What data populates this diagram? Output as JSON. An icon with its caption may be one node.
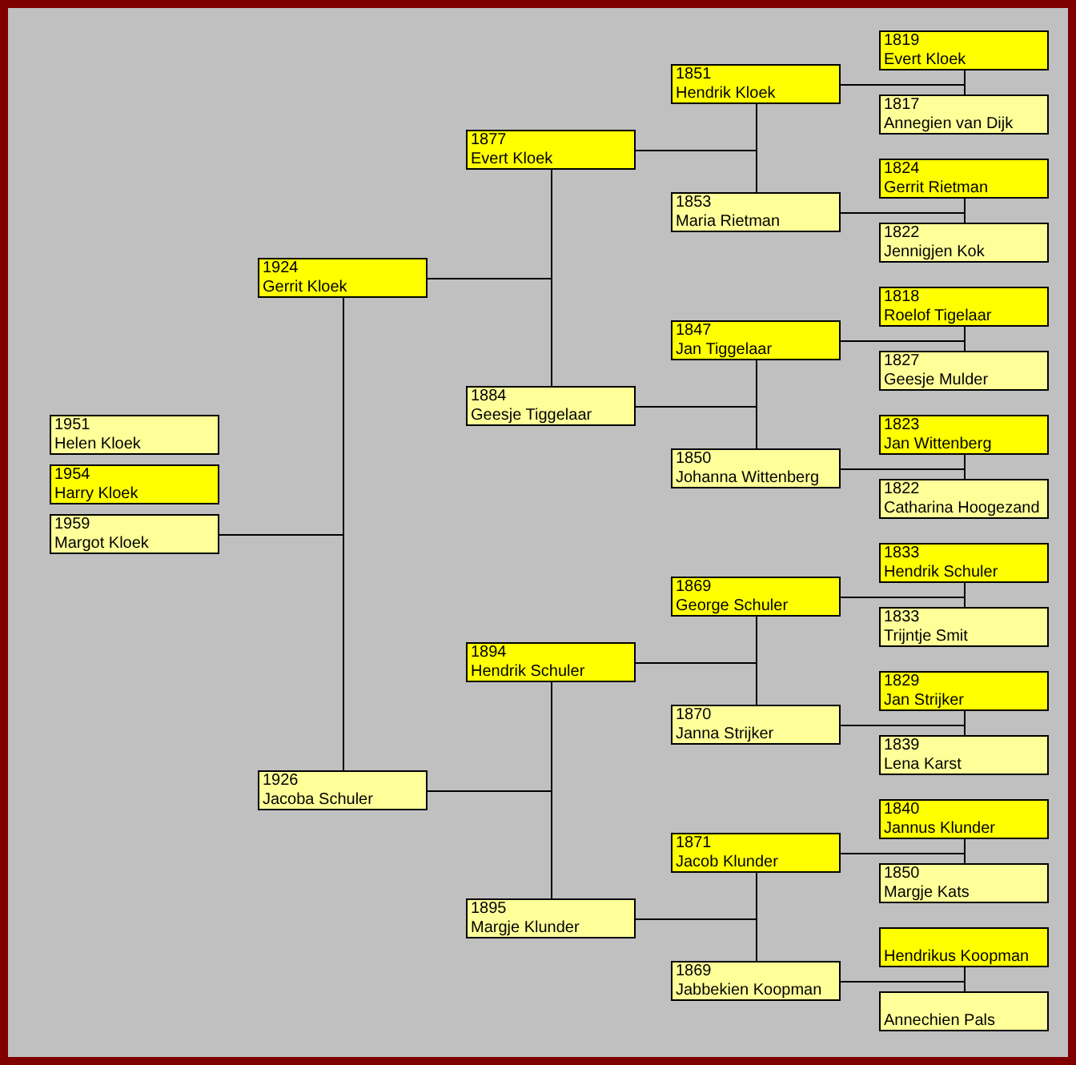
{
  "diagram": {
    "nodes": [
      {
        "text": [
          "1951",
          "Helen Kloek"
        ]
      },
      {
        "text": [
          "1954",
          "Harry Kloek"
        ]
      },
      {
        "text": [
          "1959",
          "Margot Kloek"
        ]
      },
      {
        "text": [
          "1924",
          "Gerrit Kloek"
        ]
      },
      {
        "text": [
          "1926",
          "Jacoba Schuler"
        ]
      },
      {
        "text": [
          "1877",
          "Evert Kloek"
        ]
      },
      {
        "text": [
          "1884",
          "Geesje Tiggelaar"
        ]
      },
      {
        "text": [
          "1894",
          "Hendrik Schuler"
        ]
      },
      {
        "text": [
          "1895",
          "Margje Klunder"
        ]
      },
      {
        "text": [
          "1851",
          "Hendrik Kloek"
        ]
      },
      {
        "text": [
          "1853",
          "Maria Rietman"
        ]
      },
      {
        "text": [
          "1847",
          "Jan Tiggelaar"
        ]
      },
      {
        "text": [
          "1850",
          "Johanna Wittenberg"
        ]
      },
      {
        "text": [
          "1869",
          "George Schuler"
        ]
      },
      {
        "text": [
          "1870",
          "Janna Strijker"
        ]
      },
      {
        "text": [
          "1871",
          "Jacob Klunder"
        ]
      },
      {
        "text": [
          "1869",
          "Jabbekien Koopman"
        ]
      },
      {
        "text": [
          "1819",
          "Evert Kloek"
        ]
      },
      {
        "text": [
          "1817",
          "Annegien van Dijk"
        ]
      },
      {
        "text": [
          "1824",
          "Gerrit Rietman"
        ]
      },
      {
        "text": [
          "1822",
          "Jennigjen Kok"
        ]
      },
      {
        "text": [
          "1818",
          "Roelof Tigelaar"
        ]
      },
      {
        "text": [
          "1827",
          "Geesje Mulder"
        ]
      },
      {
        "text": [
          "1823",
          "Jan Wittenberg"
        ]
      },
      {
        "text": [
          "1822",
          "Catharina Hoogezand"
        ]
      },
      {
        "text": [
          "1833",
          "Hendrik Schuler"
        ]
      },
      {
        "text": [
          "1833",
          "Trijntje Smit"
        ]
      },
      {
        "text": [
          "1829",
          "Jan Strijker"
        ]
      },
      {
        "text": [
          "1839",
          "Lena Karst"
        ]
      },
      {
        "text": [
          "1840",
          "Jannus Klunder"
        ]
      },
      {
        "text": [
          "1850",
          "Margje Kats"
        ]
      },
      {
        "text": [
          "Hendrikus Koopman"
        ]
      },
      {
        "text": [
          "Annechien Pals"
        ]
      }
    ],
    "edges": [
      {
        "from": 2,
        "to": 3,
        "arrow": "none"
      },
      {
        "from": 2,
        "to": 4,
        "arrow": "none"
      },
      {
        "from": 3,
        "to": 5,
        "arrow": "none"
      },
      {
        "from": 3,
        "to": 6,
        "arrow": "none"
      },
      {
        "from": 4,
        "to": 7,
        "arrow": "none"
      },
      {
        "from": 4,
        "to": 8,
        "arrow": "none"
      },
      {
        "from": 5,
        "to": 9,
        "arrow": "none"
      },
      {
        "from": 5,
        "to": 10,
        "arrow": "none"
      },
      {
        "from": 6,
        "to": 11,
        "arrow": "none"
      },
      {
        "from": 6,
        "to": 12,
        "arrow": "none"
      },
      {
        "from": 7,
        "to": 13,
        "arrow": "none"
      },
      {
        "from": 7,
        "to": 14,
        "arrow": "none"
      },
      {
        "from": 8,
        "to": 15,
        "arrow": "none"
      },
      {
        "from": 8,
        "to": 16,
        "arrow": "none"
      },
      {
        "from": 9,
        "to": 17,
        "arrow": "none"
      },
      {
        "from": 9,
        "to": 18,
        "arrow": "none"
      },
      {
        "from": 10,
        "to": 19,
        "arrow": "none"
      },
      {
        "from": 10,
        "to": 20,
        "arrow": "none"
      },
      {
        "from": 11,
        "to": 21,
        "arrow": "none"
      },
      {
        "from": 11,
        "to": 22,
        "arrow": "none"
      },
      {
        "from": 12,
        "to": 23,
        "arrow": "none"
      },
      {
        "from": 12,
        "to": 24,
        "arrow": "none"
      },
      {
        "from": 13,
        "to": 25,
        "arrow": "none"
      },
      {
        "from": 13,
        "to": 26,
        "arrow": "none"
      },
      {
        "from": 14,
        "to": 27,
        "arrow": "none"
      },
      {
        "from": 14,
        "to": 28,
        "arrow": "none"
      },
      {
        "from": 15,
        "to": 29,
        "arrow": "none"
      },
      {
        "from": 15,
        "to": 30,
        "arrow": "none"
      },
      {
        "from": 16,
        "to": 31,
        "arrow": "none"
      },
      {
        "from": 16,
        "to": 32,
        "arrow": "none"
      }
    ]
  }
}
